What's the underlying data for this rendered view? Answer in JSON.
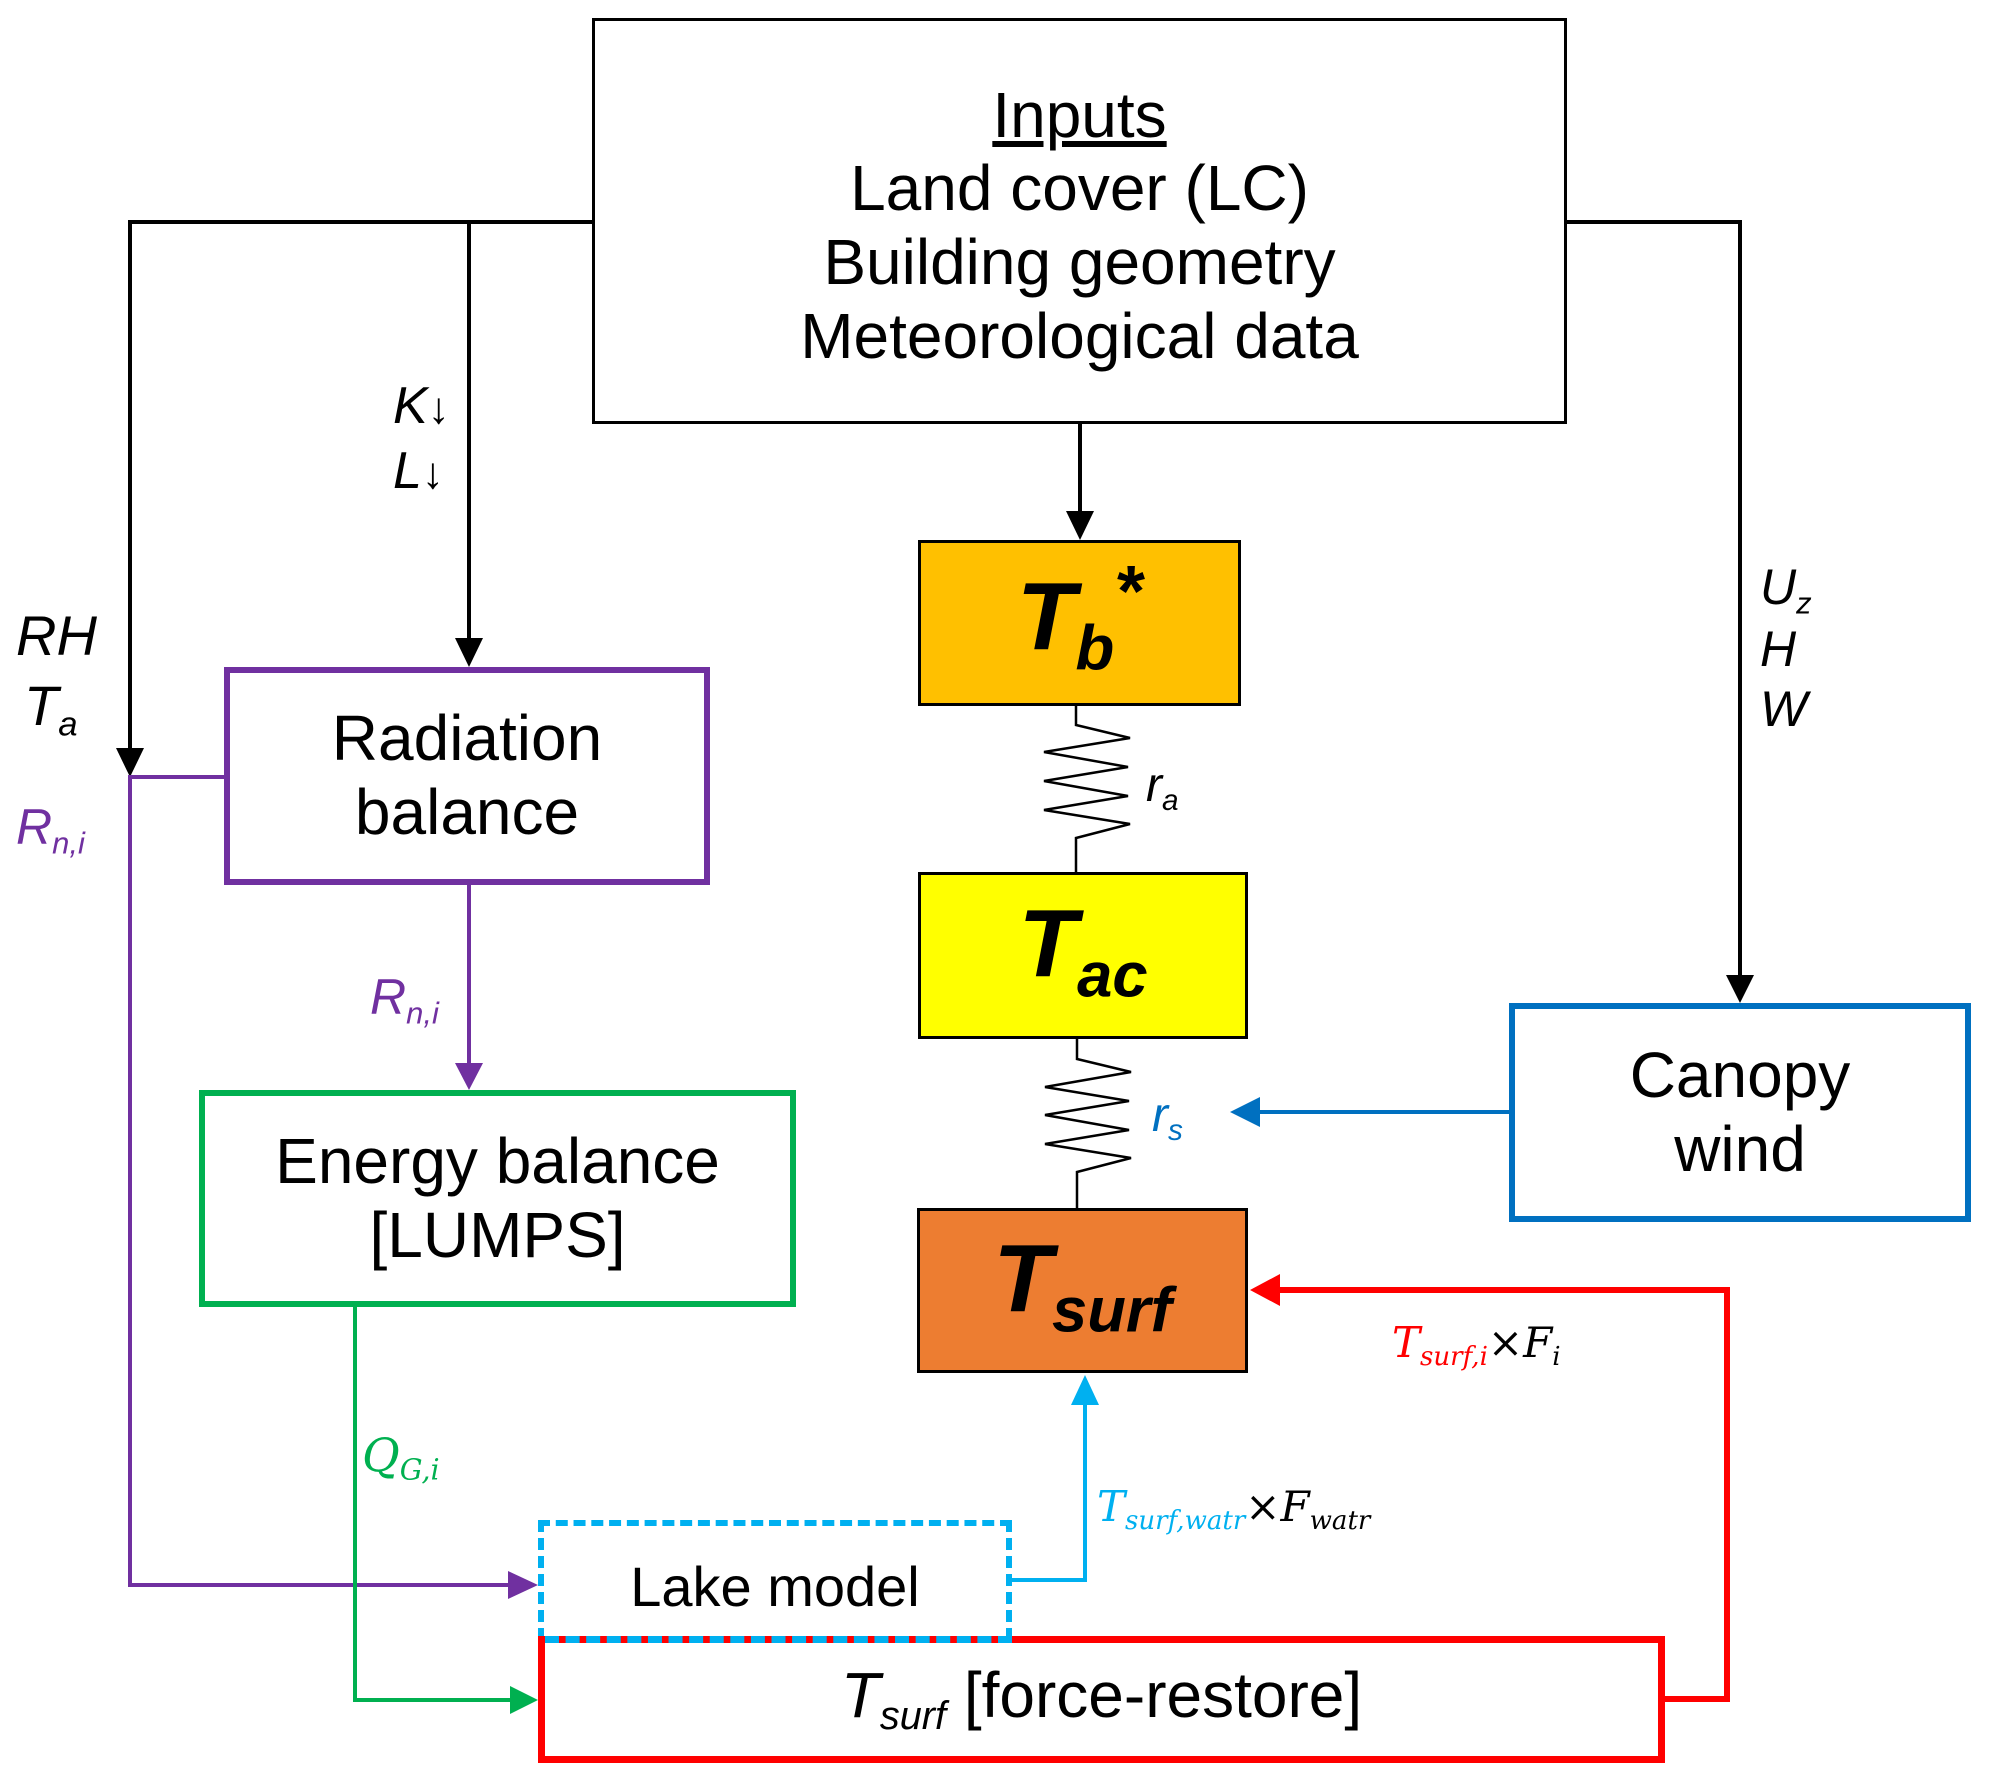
{
  "colors": {
    "tb_fill": "#FFC000",
    "tac_fill": "#FFFF00",
    "tsurf_fill": "#ED7D31",
    "radiation": "#7030A0",
    "energy": "#00B050",
    "canopy": "#0070C0",
    "lake": "#00B0F0",
    "force_restore": "#FF0000",
    "black": "#000000"
  },
  "inputs_box": {
    "title": "Inputs",
    "lines": [
      "Land cover (LC)",
      "Building geometry",
      "Meteorological data"
    ]
  },
  "radiation_box": {
    "line1": "Radiation",
    "line2": "balance"
  },
  "energy_box": {
    "line1": "Energy balance",
    "line2": "[LUMPS]"
  },
  "canopy_box": {
    "line1": "Canopy",
    "line2": "wind"
  },
  "lake_box": {
    "label": "Lake model"
  },
  "force_restore_box": {
    "symbol": "T",
    "subscript": "surf",
    "label": "[force-restore]"
  },
  "temp_nodes": {
    "tb": {
      "symbol": "T",
      "subscript": "b",
      "suffix": "*"
    },
    "tac": {
      "symbol": "T",
      "subscript": "ac"
    },
    "tsurf": {
      "symbol": "T",
      "subscript": "surf"
    }
  },
  "resistances": {
    "ra": {
      "symbol": "r",
      "subscript": "a"
    },
    "rs": {
      "symbol": "r",
      "subscript": "s"
    }
  },
  "edge_labels": {
    "k_down": {
      "symbol": "K",
      "arrow": "↓"
    },
    "l_down": {
      "symbol": "L",
      "arrow": "↓"
    },
    "rh": "RH",
    "ta": {
      "symbol": "T",
      "subscript": "a"
    },
    "rn_left": {
      "symbol": "R",
      "subscript": "n,i"
    },
    "rn_mid": {
      "symbol": "R",
      "subscript": "n,i"
    },
    "qg": {
      "symbol": "Q",
      "subscript": "G,i"
    },
    "uz": {
      "symbol": "U",
      "subscript": "z"
    },
    "h": "H",
    "w": "W",
    "tsurf_watr": {
      "symbol": "T",
      "subscript": "surf,watr",
      "times": "×",
      "factor": "F",
      "factor_sub": "watr"
    },
    "tsurf_i": {
      "symbol": "T",
      "subscript": "surf,i",
      "times": "×",
      "factor": "F",
      "factor_sub": "i"
    }
  }
}
